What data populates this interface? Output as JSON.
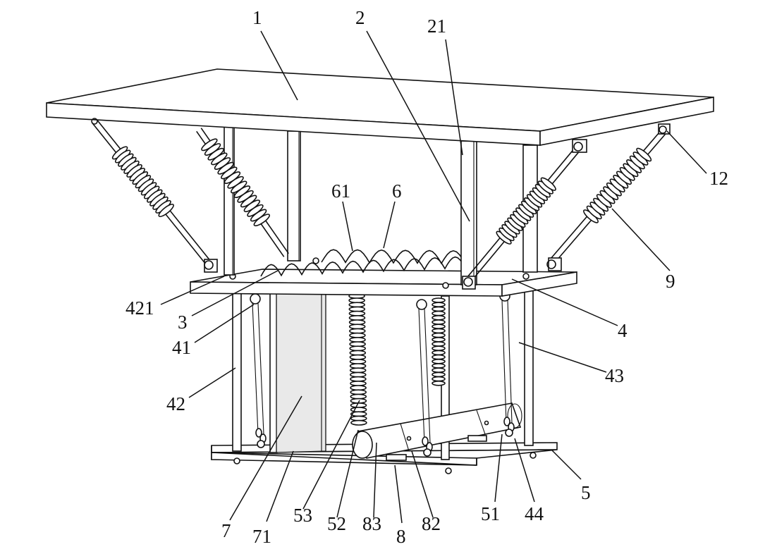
{
  "figure": {
    "background": "#ffffff",
    "line_color": "#111111",
    "labels": [
      {
        "id": "l1",
        "text": "1"
      },
      {
        "id": "l2",
        "text": "2"
      },
      {
        "id": "l21",
        "text": "21"
      },
      {
        "id": "l12",
        "text": "12"
      },
      {
        "id": "l61",
        "text": "61"
      },
      {
        "id": "l6",
        "text": "6"
      },
      {
        "id": "l9",
        "text": "9"
      },
      {
        "id": "l421",
        "text": "421"
      },
      {
        "id": "l3",
        "text": "3"
      },
      {
        "id": "l4",
        "text": "4"
      },
      {
        "id": "l41",
        "text": "41"
      },
      {
        "id": "l43",
        "text": "43"
      },
      {
        "id": "l42",
        "text": "42"
      },
      {
        "id": "l5",
        "text": "5"
      },
      {
        "id": "l7",
        "text": "7"
      },
      {
        "id": "l71",
        "text": "71"
      },
      {
        "id": "l53",
        "text": "53"
      },
      {
        "id": "l52",
        "text": "52"
      },
      {
        "id": "l83",
        "text": "83"
      },
      {
        "id": "l8",
        "text": "8"
      },
      {
        "id": "l82",
        "text": "82"
      },
      {
        "id": "l51",
        "text": "51"
      },
      {
        "id": "l44",
        "text": "44"
      }
    ]
  }
}
